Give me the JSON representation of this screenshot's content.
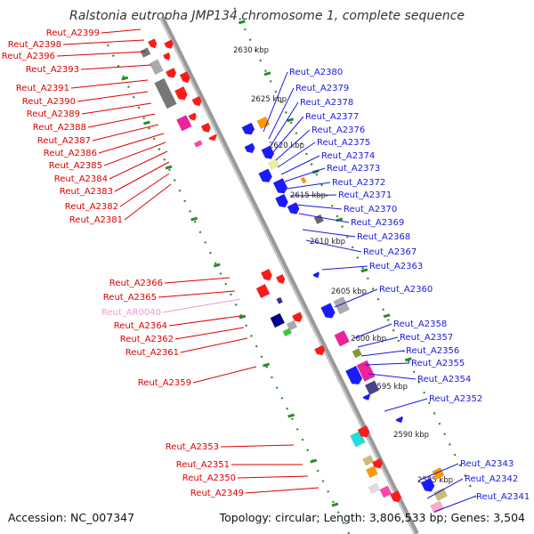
{
  "title": "Ralstonia eutropha JMP134 chromosome 1, complete sequence",
  "footer": {
    "accession": "Accession: NC_007347",
    "topology": "Topology: circular; Length: 3,806,533 bp; Genes: 3,504"
  },
  "colors": {
    "forward_label": "#dd0000",
    "reverse_label": "#1a1add",
    "rna_label": "#ee99cc",
    "axis": "#999999",
    "tick_green": "#2a8a2a"
  },
  "scale_ticks": [
    "2630 kbp",
    "2625 kbp",
    "2620 kbp",
    "2615 kbp",
    "2610 kbp",
    "2605 kbp",
    "2600 kbp",
    "2595 kbp",
    "2590 kbp",
    "2585 kbp"
  ],
  "left_genes": [
    {
      "label": "Reut_A2399"
    },
    {
      "label": "Reut_A2398"
    },
    {
      "label": "Reut_A2396"
    },
    {
      "label": "Reut_A2393"
    },
    {
      "label": "Reut_A2391"
    },
    {
      "label": "Reut_A2390"
    },
    {
      "label": "Reut_A2389"
    },
    {
      "label": "Reut_A2388"
    },
    {
      "label": "Reut_A2387"
    },
    {
      "label": "Reut_A2386"
    },
    {
      "label": "Reut_A2385"
    },
    {
      "label": "Reut_A2384"
    },
    {
      "label": "Reut_A2383"
    },
    {
      "label": "Reut_A2382"
    },
    {
      "label": "Reut_A2381"
    },
    {
      "label": "Reut_A2366"
    },
    {
      "label": "Reut_A2365"
    },
    {
      "label": "Reut_AR0040",
      "rna": true
    },
    {
      "label": "Reut_A2364"
    },
    {
      "label": "Reut_A2362"
    },
    {
      "label": "Reut_A2361"
    },
    {
      "label": "Reut_A2359"
    },
    {
      "label": "Reut_A2353"
    },
    {
      "label": "Reut_A2351"
    },
    {
      "label": "Reut_A2350"
    },
    {
      "label": "Reut_A2349"
    }
  ],
  "right_genes": [
    {
      "label": "Reut_A2380"
    },
    {
      "label": "Reut_A2379"
    },
    {
      "label": "Reut_A2378"
    },
    {
      "label": "Reut_A2377"
    },
    {
      "label": "Reut_A2376"
    },
    {
      "label": "Reut_A2375"
    },
    {
      "label": "Reut_A2374"
    },
    {
      "label": "Reut_A2373"
    },
    {
      "label": "Reut_A2372"
    },
    {
      "label": "Reut_A2371"
    },
    {
      "label": "Reut_A2370"
    },
    {
      "label": "Reut_A2369"
    },
    {
      "label": "Reut_A2368"
    },
    {
      "label": "Reut_A2367"
    },
    {
      "label": "Reut_A2363"
    },
    {
      "label": "Reut_A2360"
    },
    {
      "label": "Reut_A2358"
    },
    {
      "label": "Reut_A2357"
    },
    {
      "label": "Reut_A2356"
    },
    {
      "label": "Reut_A2355"
    },
    {
      "label": "Reut_A2354"
    },
    {
      "label": "Reut_A2352"
    },
    {
      "label": "Reut_A2343"
    },
    {
      "label": "Reut_A2342"
    },
    {
      "label": "Reut_A2341"
    }
  ]
}
